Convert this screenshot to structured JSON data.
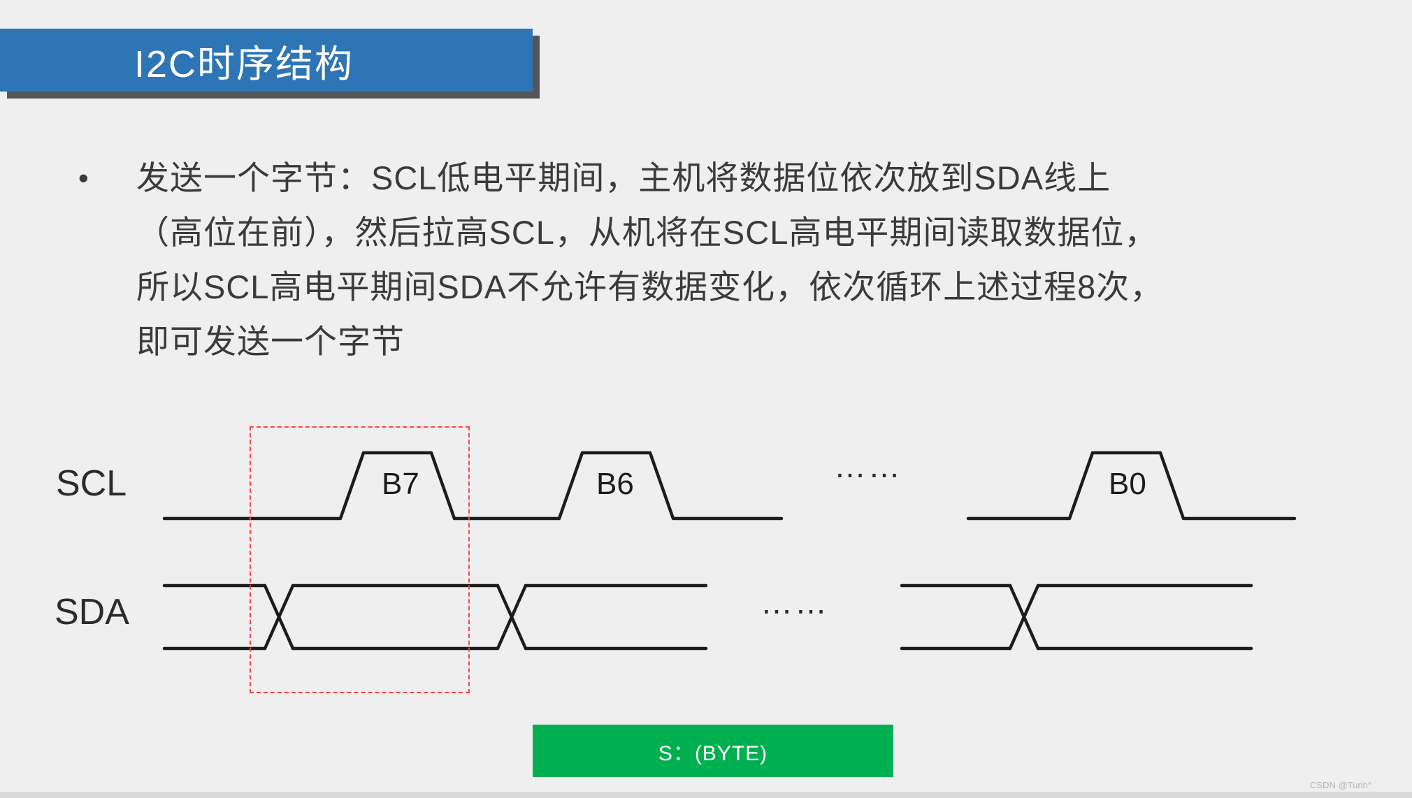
{
  "slide": {
    "title": "I2C时序结构",
    "bullet": {
      "marker": "•",
      "text": "发送一个字节：SCL低电平期间，主机将数据位依次放到SDA线上\n（高位在前），然后拉高SCL，从机将在SCL高电平期间读取数据位，\n所以SCL高电平期间SDA不允许有数据变化，依次循环上述过程8次，\n即可发送一个字节"
    },
    "diagram": {
      "scl_label": "SCL",
      "sda_label": "SDA",
      "bit_labels": [
        "B7",
        "B6",
        "B0"
      ],
      "scl_ellipsis": "……",
      "sda_ellipsis": "……",
      "byte_box_label": "S：(BYTE)",
      "colors": {
        "banner_blue": "#2e75b6",
        "waveform_black": "#1c1c1c",
        "highlight_red": "#ff4242",
        "byte_green": "#00b050"
      }
    },
    "watermark": "CSDN @Turin°"
  }
}
